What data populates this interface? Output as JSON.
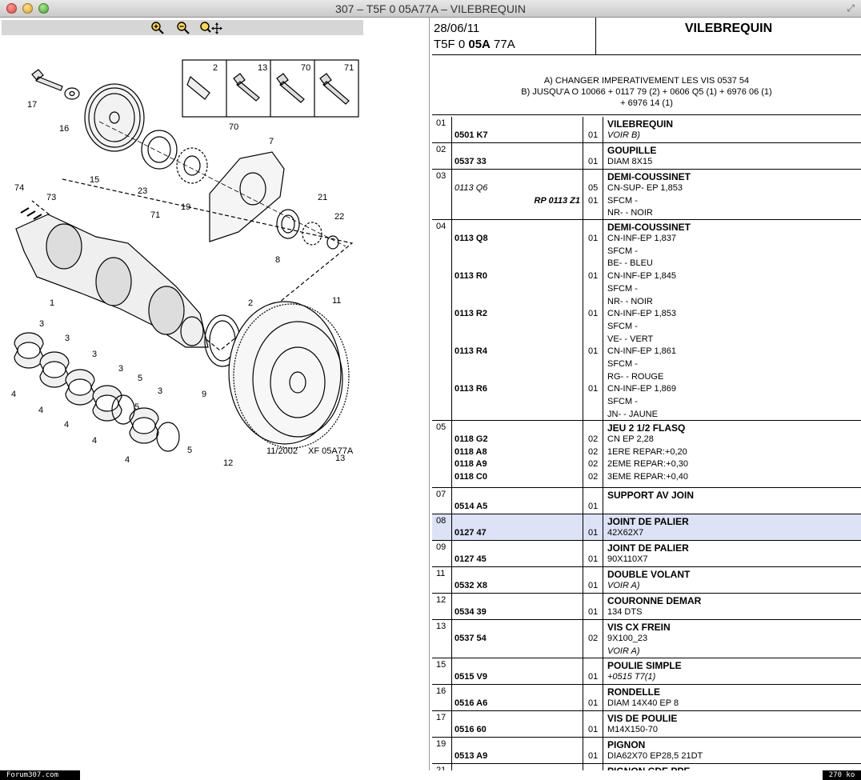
{
  "window": {
    "title": "307 – T5F 0 05A77A – VILEBREQUIN"
  },
  "diagram": {
    "caption_date": "11/2002",
    "caption_ref": "XF 05A77A",
    "callouts": [
      "17",
      "16",
      "15",
      "23",
      "19",
      "70",
      "7",
      "71",
      "21",
      "22",
      "8",
      "74",
      "73",
      "1",
      "2",
      "11",
      "3",
      "3",
      "3",
      "3",
      "3",
      "4",
      "4",
      "4",
      "4",
      "4",
      "5",
      "5",
      "5",
      "9",
      "12",
      "13"
    ],
    "inset_labels": [
      "2",
      "13",
      "70",
      "71"
    ]
  },
  "header": {
    "date": "28/06/11",
    "ref_prefix": "T5F 0 ",
    "ref_bold": "05A",
    "ref_suffix": " 77A",
    "title": "VILEBREQUIN"
  },
  "remarks": {
    "line1": "A) CHANGER IMPERATIVEMENT LES VIS 0537 54",
    "line2": "B) JUSQU'A O 10066 + 0117 79 (2) + 0606 Q5 (1) + 6976 06 (1)",
    "line3": "+ 6976 14 (1)"
  },
  "parts": [
    {
      "idx": "01",
      "title": "VILEBREQUIN",
      "h": 33,
      "items": [
        {
          "ref": "0501 K7",
          "qty": "01",
          "desc": "VOIR B)",
          "desc_italic": true
        }
      ]
    },
    {
      "idx": "02",
      "title": "GOUPILLE",
      "h": 33,
      "items": [
        {
          "ref": "0537 33",
          "qty": "01",
          "desc": "DIAM 8X15"
        }
      ]
    },
    {
      "idx": "03",
      "title": "DEMI-COUSSINET",
      "h": 63,
      "items": [
        {
          "ref": "0113 Q6",
          "ref_italic": true,
          "qty": "05",
          "desc": "CN-SUP- EP 1,853"
        },
        {
          "ref": "RP 0113 Z1",
          "ref_right": true,
          "qty": "01",
          "desc": "SFCM -"
        },
        {
          "desc": "NR- - NOIR"
        }
      ]
    },
    {
      "idx": "04",
      "title": "DEMI-COUSSINET",
      "h": 251,
      "items": [
        {
          "ref": "0113 Q8",
          "qty": "01",
          "desc": "CN-INF-EP 1,837"
        },
        {
          "desc": "SFCM -"
        },
        {
          "desc": "BE- - BLEU"
        },
        {
          "ref": "0113 R0",
          "qty": "01",
          "desc": "CN-INF-EP 1,845"
        },
        {
          "desc": "SFCM -"
        },
        {
          "desc": "NR- - NOIR"
        },
        {
          "ref": "0113 R2",
          "qty": "01",
          "desc": "CN-INF-EP 1,853"
        },
        {
          "desc": "SFCM -"
        },
        {
          "desc": "VE- - VERT"
        },
        {
          "ref": "0113 R4",
          "qty": "01",
          "desc": "CN-INF-EP 1,861"
        },
        {
          "desc": "SFCM -"
        },
        {
          "desc": "RG- - ROUGE"
        },
        {
          "ref": "0113 R6",
          "qty": "01",
          "desc": "CN-INF-EP 1,869"
        },
        {
          "desc": "SFCM -"
        },
        {
          "desc": "JN- - JAUNE"
        }
      ]
    },
    {
      "idx": "05",
      "title": "JEU 2 1/2 FLASQ",
      "h": 84,
      "items": [
        {
          "ref": "0118 G2",
          "qty": "02",
          "desc": "CN EP 2,28"
        },
        {
          "ref": "0118 A8",
          "qty": "02",
          "desc": "1ERE REPAR:+0,20"
        },
        {
          "ref": "0118 A9",
          "qty": "02",
          "desc": "2EME REPAR:+0,30"
        },
        {
          "ref": "0118 C0",
          "qty": "02",
          "desc": "3EME REPAR:+0,40"
        }
      ]
    },
    {
      "idx": "07",
      "title": "SUPPORT AV JOIN",
      "h": 33,
      "items": [
        {
          "ref": "0514 A5",
          "qty": "01",
          "desc": ""
        }
      ]
    },
    {
      "idx": "08",
      "title": "JOINT DE PALIER",
      "h": 33,
      "highlight": true,
      "items": [
        {
          "ref": "0127 47",
          "qty": "01",
          "desc": "42X62X7"
        }
      ]
    },
    {
      "idx": "09",
      "title": "JOINT DE PALIER",
      "h": 33,
      "items": [
        {
          "ref": "0127 45",
          "qty": "01",
          "desc": "90X110X7"
        }
      ]
    },
    {
      "idx": "11",
      "title": "DOUBLE VOLANT",
      "h": 33,
      "items": [
        {
          "ref": "0532 X8",
          "qty": "01",
          "desc": "VOIR A)",
          "desc_italic": true
        }
      ]
    },
    {
      "idx": "12",
      "title": "COURONNE DEMAR",
      "h": 33,
      "items": [
        {
          "ref": "0534 39",
          "qty": "01",
          "desc": "134 DTS"
        }
      ]
    },
    {
      "idx": "13",
      "title": "VIS CX FREIN",
      "h": 48,
      "items": [
        {
          "ref": "0537 54",
          "qty": "02",
          "desc": "9X100_23"
        },
        {
          "desc": "VOIR A)",
          "desc_italic": true
        }
      ]
    },
    {
      "idx": "15",
      "title": "POULIE SIMPLE",
      "h": 33,
      "items": [
        {
          "ref": "0515 V9",
          "qty": "01",
          "desc": "+0515 T7(1)",
          "desc_italic": true
        }
      ]
    },
    {
      "idx": "16",
      "title": "RONDELLE",
      "h": 33,
      "items": [
        {
          "ref": "0516 A6",
          "qty": "01",
          "desc": "DIAM 14X40 EP 8"
        }
      ]
    },
    {
      "idx": "17",
      "title": "VIS DE POULIE",
      "h": 33,
      "items": [
        {
          "ref": "0516 60",
          "qty": "01",
          "desc": "M14X150-70"
        }
      ]
    },
    {
      "idx": "19",
      "title": "PIGNON",
      "h": 33,
      "items": [
        {
          "ref": "0513 A9",
          "qty": "01",
          "desc": "DIA62X70 EP28,5 21DT"
        }
      ]
    },
    {
      "idx": "21",
      "title": "PIGNON CDE PPE",
      "h": 33,
      "items": []
    }
  ],
  "status": {
    "left": "Forum307.com",
    "right": "270 ko"
  }
}
